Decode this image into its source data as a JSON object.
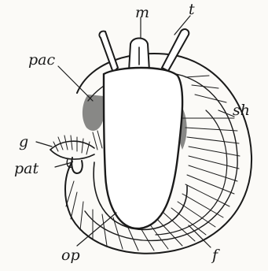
{
  "labels": {
    "m": "m",
    "t": "t",
    "pac": "pac",
    "sh": "sh",
    "g": "g",
    "pat": "pat",
    "op": "op",
    "f": "f"
  }
}
